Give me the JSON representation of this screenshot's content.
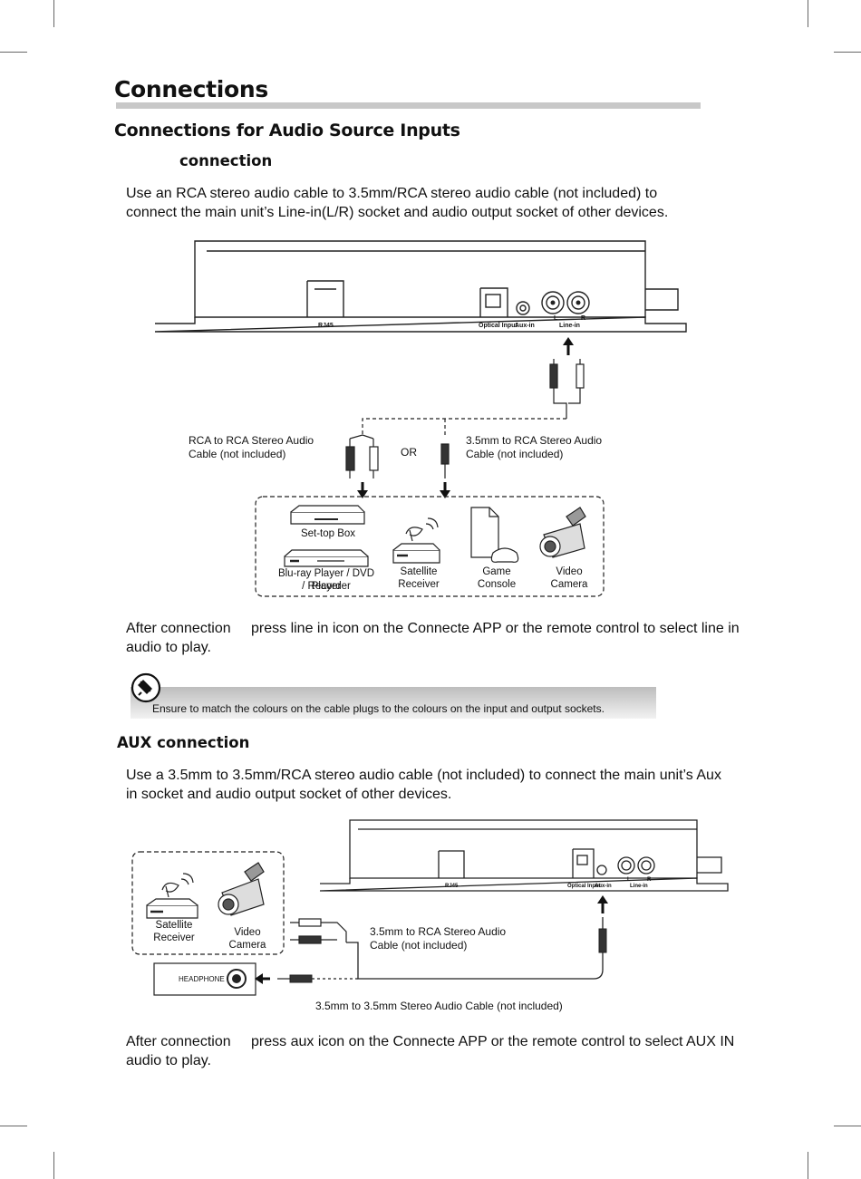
{
  "page": {
    "title": "Connections",
    "section_title": "Connections for Audio Source Inputs"
  },
  "line_in": {
    "heading": "connection",
    "intro_line1": "Use an RCA stereo audio cable  to 3.5mm/RCA stereo audio cable (not included) to",
    "intro_line2": "connect the main unit’s Line-in(L/R) socket and audio output socket of other devices.",
    "port_rj45": "RJ45",
    "port_optical": "Optical Input",
    "port_aux": "Aux-in",
    "port_line": "Line-in",
    "port_l": "L",
    "port_r": "R",
    "cable_rca_line1": "RCA to RCA Stereo Audio",
    "cable_rca_line2": "Cable (not included)",
    "or_label": "OR",
    "cable_35_line1": "3.5mm to RCA Stereo Audio",
    "cable_35_line2": "Cable (not included)",
    "devices": {
      "settop": "Set-top Box",
      "bluray_line1": "Blu-ray Player / DVD Player",
      "bluray_line2": "/ Recorder",
      "satellite_line1": "Satellite",
      "satellite_line2": "Receiver",
      "game_line1": "Game",
      "game_line2": "Console",
      "video_line1": "Video",
      "video_line2": "Camera"
    },
    "after_line1_a": "After connection",
    "after_line1_b": "press line in icon on the Connecte APP or the remote control to select line in",
    "after_line2": "audio to play."
  },
  "note": {
    "text": "Ensure to match the colours on the cable plugs to the colours on the input and output sockets."
  },
  "aux": {
    "heading": "AUX  connection",
    "intro_line1": "Use a 3.5mm to 3.5mm/RCA stereo audio cable (not included) to connect the main unit’s Aux",
    "intro_line2": "in socket and audio output socket of other devices.",
    "port_rj45": "RJ45",
    "port_optical": "Optical Input",
    "port_aux": "Aux-in",
    "port_line": "Line-in",
    "port_l": "L",
    "port_r": "R",
    "satellite_line1": "Satellite",
    "satellite_line2": "Receiver",
    "video_line1": "Video",
    "video_line2": "Camera",
    "cable_35_line1": "3.5mm to RCA Stereo Audio",
    "cable_35_line2": "Cable (not included)",
    "headphone": "HEADPHONE",
    "cable_bottom": "3.5mm to 3.5mm Stereo  Audio Cable (not included)",
    "after_line1_a": "After connection",
    "after_line1_b": "press aux icon on the Connecte APP or the remote control to select AUX IN",
    "after_line2": "audio to play."
  }
}
